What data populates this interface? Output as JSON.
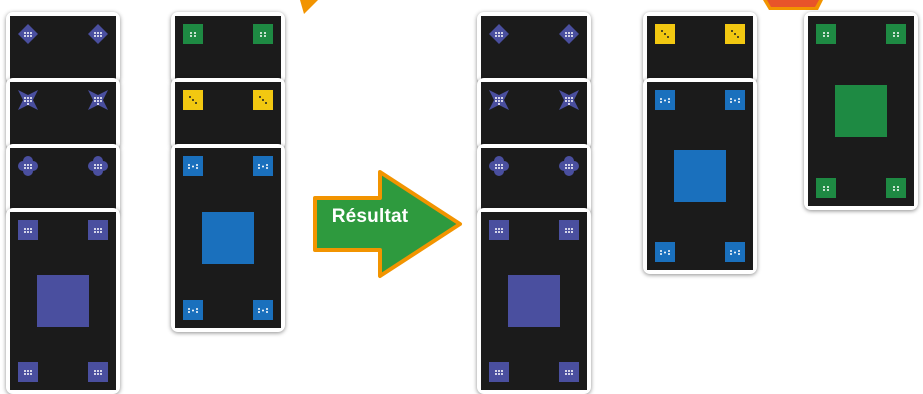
{
  "arrow": {
    "label": "Résultat",
    "fill": "#2e9a3e",
    "border": "#f29400"
  },
  "colors": {
    "purple": "#4a4f9f",
    "green": "#1e8a43",
    "yellow": "#f2c811",
    "blue": "#1a70bd",
    "face": "#1b1b1b"
  },
  "stacks": {
    "left_purple": [
      "diamond-card",
      "star-card",
      "flower-card",
      "square-purple-card"
    ],
    "left_mixed": [
      "green-small-card",
      "yellow-card",
      "square-blue-card"
    ],
    "right_purple": [
      "diamond-card",
      "star-card",
      "flower-card",
      "square-purple-card"
    ],
    "right_mixed": [
      "yellow-card",
      "square-blue-card"
    ],
    "right_green": [
      "square-green-card"
    ]
  }
}
